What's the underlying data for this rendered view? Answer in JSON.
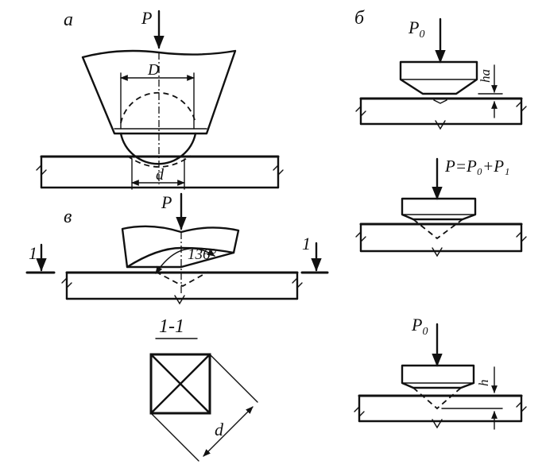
{
  "panel_a": {
    "letter": "а",
    "force": "P",
    "ball_dia": "D",
    "imprint_dia": "d"
  },
  "panel_b": {
    "letter": "б",
    "force_initial": "P",
    "force_initial_sub": "0",
    "depth_initial": "h",
    "depth_initial_sub": "a",
    "force_total_formula": "P=P₀+P₁",
    "force_final": "P",
    "force_final_sub": "0",
    "depth_final": "h"
  },
  "panel_v": {
    "letter": "в",
    "force": "P",
    "angle": "136°",
    "section_mark_left": "1",
    "section_mark_right": "1"
  },
  "section": {
    "title": "1-1",
    "diagonal": "d"
  }
}
